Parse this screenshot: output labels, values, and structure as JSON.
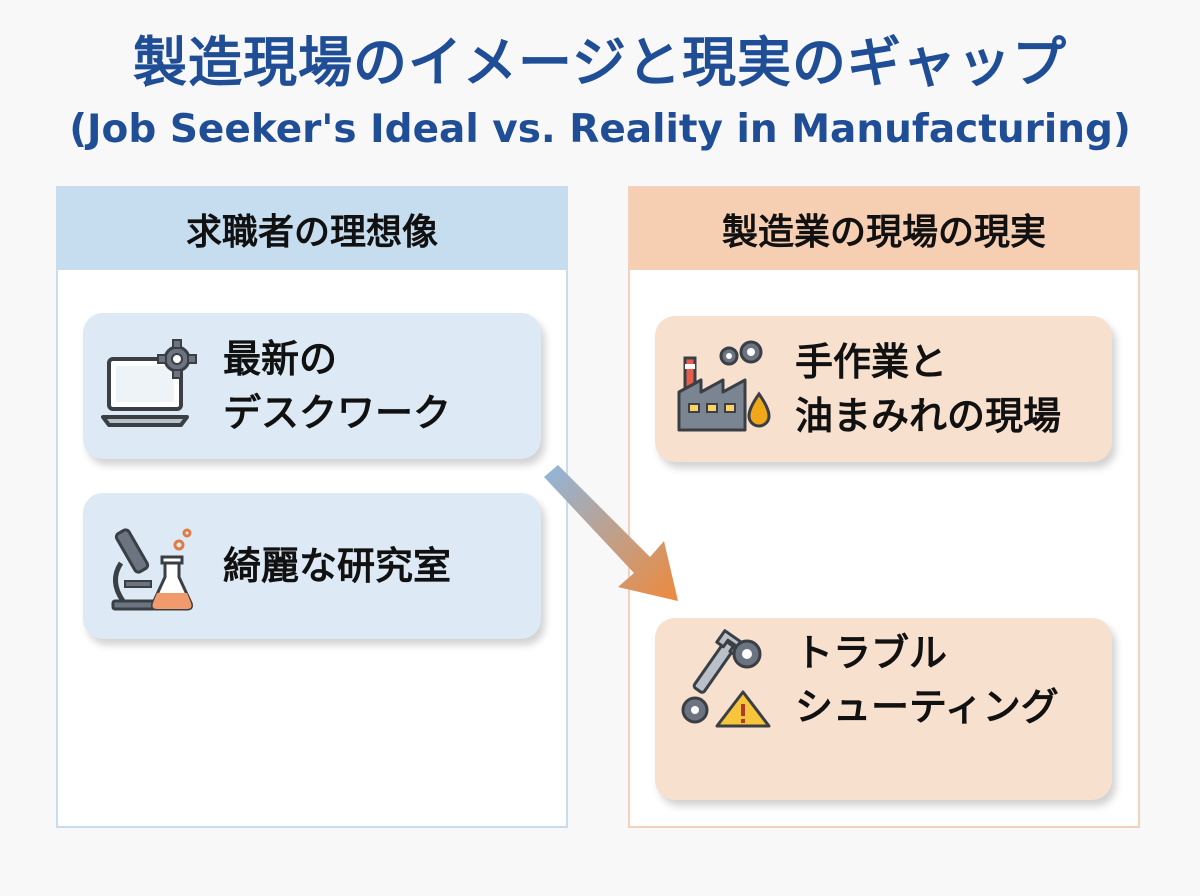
{
  "title": {
    "main": "製造現場のイメージと現実のギャップ",
    "sub": "(Job Seeker's Ideal vs. Reality in Manufacturing)"
  },
  "ideal": {
    "header": "求職者の理想像",
    "cards": [
      {
        "lines": [
          "最新の",
          "デスクワーク"
        ],
        "icon": "laptop-gear-icon"
      },
      {
        "lines": [
          "綺麗な研究室"
        ],
        "icon": "microscope-flask-icon"
      }
    ]
  },
  "reality": {
    "header": "製造業の現場の現実",
    "cards": [
      {
        "lines": [
          "手作業と",
          "油まみれの現場"
        ],
        "icon": "factory-oil-icon"
      },
      {
        "lines": [
          "トラブル",
          "シューティング"
        ],
        "icon": "wrench-warning-icon"
      }
    ]
  },
  "colors": {
    "title": "#1f4e96",
    "ideal_header": "#c6ddf0",
    "ideal_card": "#dde9f5",
    "reality_header": "#f6cfb3",
    "reality_card": "#f8e0cf",
    "arrow_start": "#8fb6dc",
    "arrow_end": "#ee8a3c"
  }
}
